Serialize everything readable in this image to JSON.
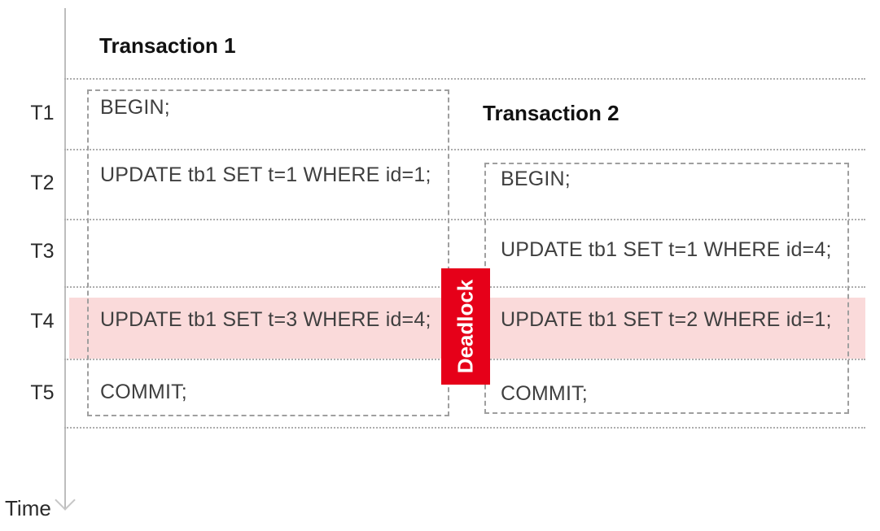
{
  "diagram": {
    "axis": {
      "time_label": "Time"
    },
    "time_slots": [
      "T1",
      "T2",
      "T3",
      "T4",
      "T5"
    ],
    "transaction1": {
      "title": "Transaction 1",
      "statements": {
        "T1": "BEGIN;",
        "T2": "UPDATE tb1 SET t=1 WHERE id=1;",
        "T4": "UPDATE tb1 SET t=3 WHERE id=4;",
        "T5": "COMMIT;"
      }
    },
    "transaction2": {
      "title": "Transaction 2",
      "statements": {
        "T2": "BEGIN;",
        "T3": "UPDATE tb1 SET t=1 WHERE id=4;",
        "T4": "UPDATE tb1 SET t=2 WHERE id=1;",
        "T5": "COMMIT;"
      }
    },
    "deadlock": {
      "label": "Deadlock"
    },
    "colors": {
      "deadlock_red": "#e60019",
      "highlight_pink": "#fadada"
    }
  }
}
